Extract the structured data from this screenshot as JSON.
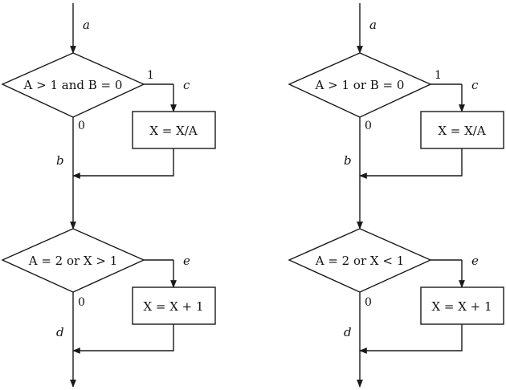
{
  "flowcharts": [
    {
      "edge_labels": {
        "a": "a",
        "b": "b",
        "c": "c",
        "d": "d",
        "e": "e"
      },
      "decision1": {
        "condition": "A > 1 and B = 0",
        "true_label": "1",
        "false_label": "0"
      },
      "process1": {
        "text": "X = X/A"
      },
      "decision2": {
        "condition": "A = 2 or X > 1",
        "false_label": "0"
      },
      "process2": {
        "text": "X = X + 1"
      }
    },
    {
      "edge_labels": {
        "a": "a",
        "b": "b",
        "c": "c",
        "d": "d",
        "e": "e"
      },
      "decision1": {
        "condition": "A > 1 or B = 0",
        "true_label": "1",
        "false_label": "0"
      },
      "process1": {
        "text": "X = X/A"
      },
      "decision2": {
        "condition": "A = 2 or X < 1",
        "false_label": "0"
      },
      "process2": {
        "text": "X = X + 1"
      }
    }
  ]
}
